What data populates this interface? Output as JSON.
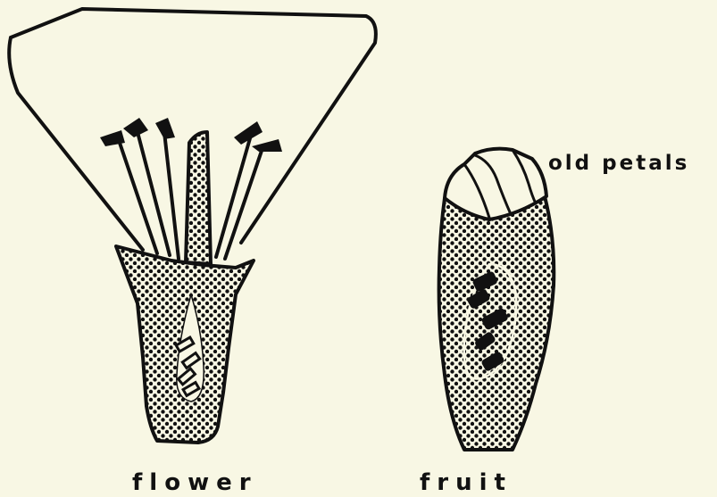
{
  "labels": {
    "flower": "flower",
    "fruit": "fruit",
    "old_petals": "old petals"
  },
  "colors": {
    "background": "#f8f7e4",
    "ink": "#111111",
    "dots": "#111111"
  }
}
